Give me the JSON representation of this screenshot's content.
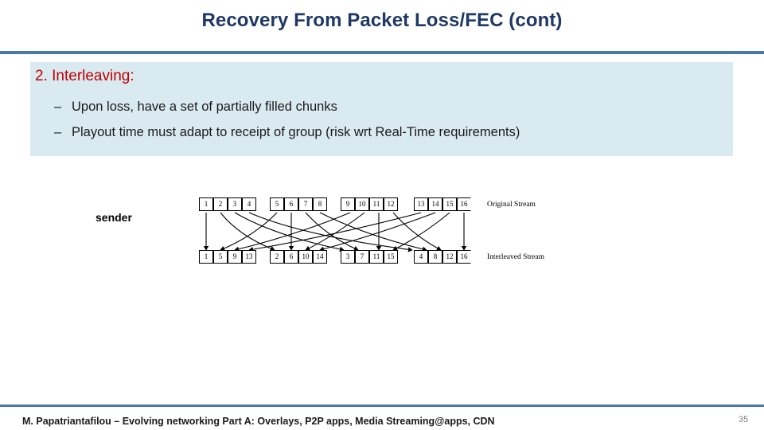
{
  "slide": {
    "title": "Recovery From Packet Loss/FEC (cont)",
    "heading": "2. Interleaving:",
    "bullets": [
      "Upon loss, have a set of partially filled chunks",
      "Playout time must adapt to receipt of group (risk wrt Real-Time requirements)"
    ],
    "bullet_marker": "–"
  },
  "diagram": {
    "sender_label": "sender",
    "original_label": "Original Stream",
    "interleaved_label": "Interleaved Stream",
    "original_groups": [
      [
        "1",
        "2",
        "3",
        "4"
      ],
      [
        "5",
        "6",
        "7",
        "8"
      ],
      [
        "9",
        "10",
        "11",
        "12"
      ],
      [
        "13",
        "14",
        "15",
        "16"
      ]
    ],
    "interleaved_groups": [
      [
        "1",
        "5",
        "9",
        "13"
      ],
      [
        "2",
        "6",
        "10",
        "14"
      ],
      [
        "3",
        "7",
        "11",
        "15"
      ],
      [
        "4",
        "8",
        "12",
        "16"
      ]
    ]
  },
  "footer": {
    "text": "M. Papatriantafilou –  Evolving networking Part A: Overlays, P2P apps, Media Streaming@apps, CDN",
    "page": "35"
  },
  "colors": {
    "title": "#1f3864",
    "rule": "#4a7aa7",
    "panel": "#daeaf1",
    "heading": "#c00000",
    "page_number": "#808080"
  }
}
